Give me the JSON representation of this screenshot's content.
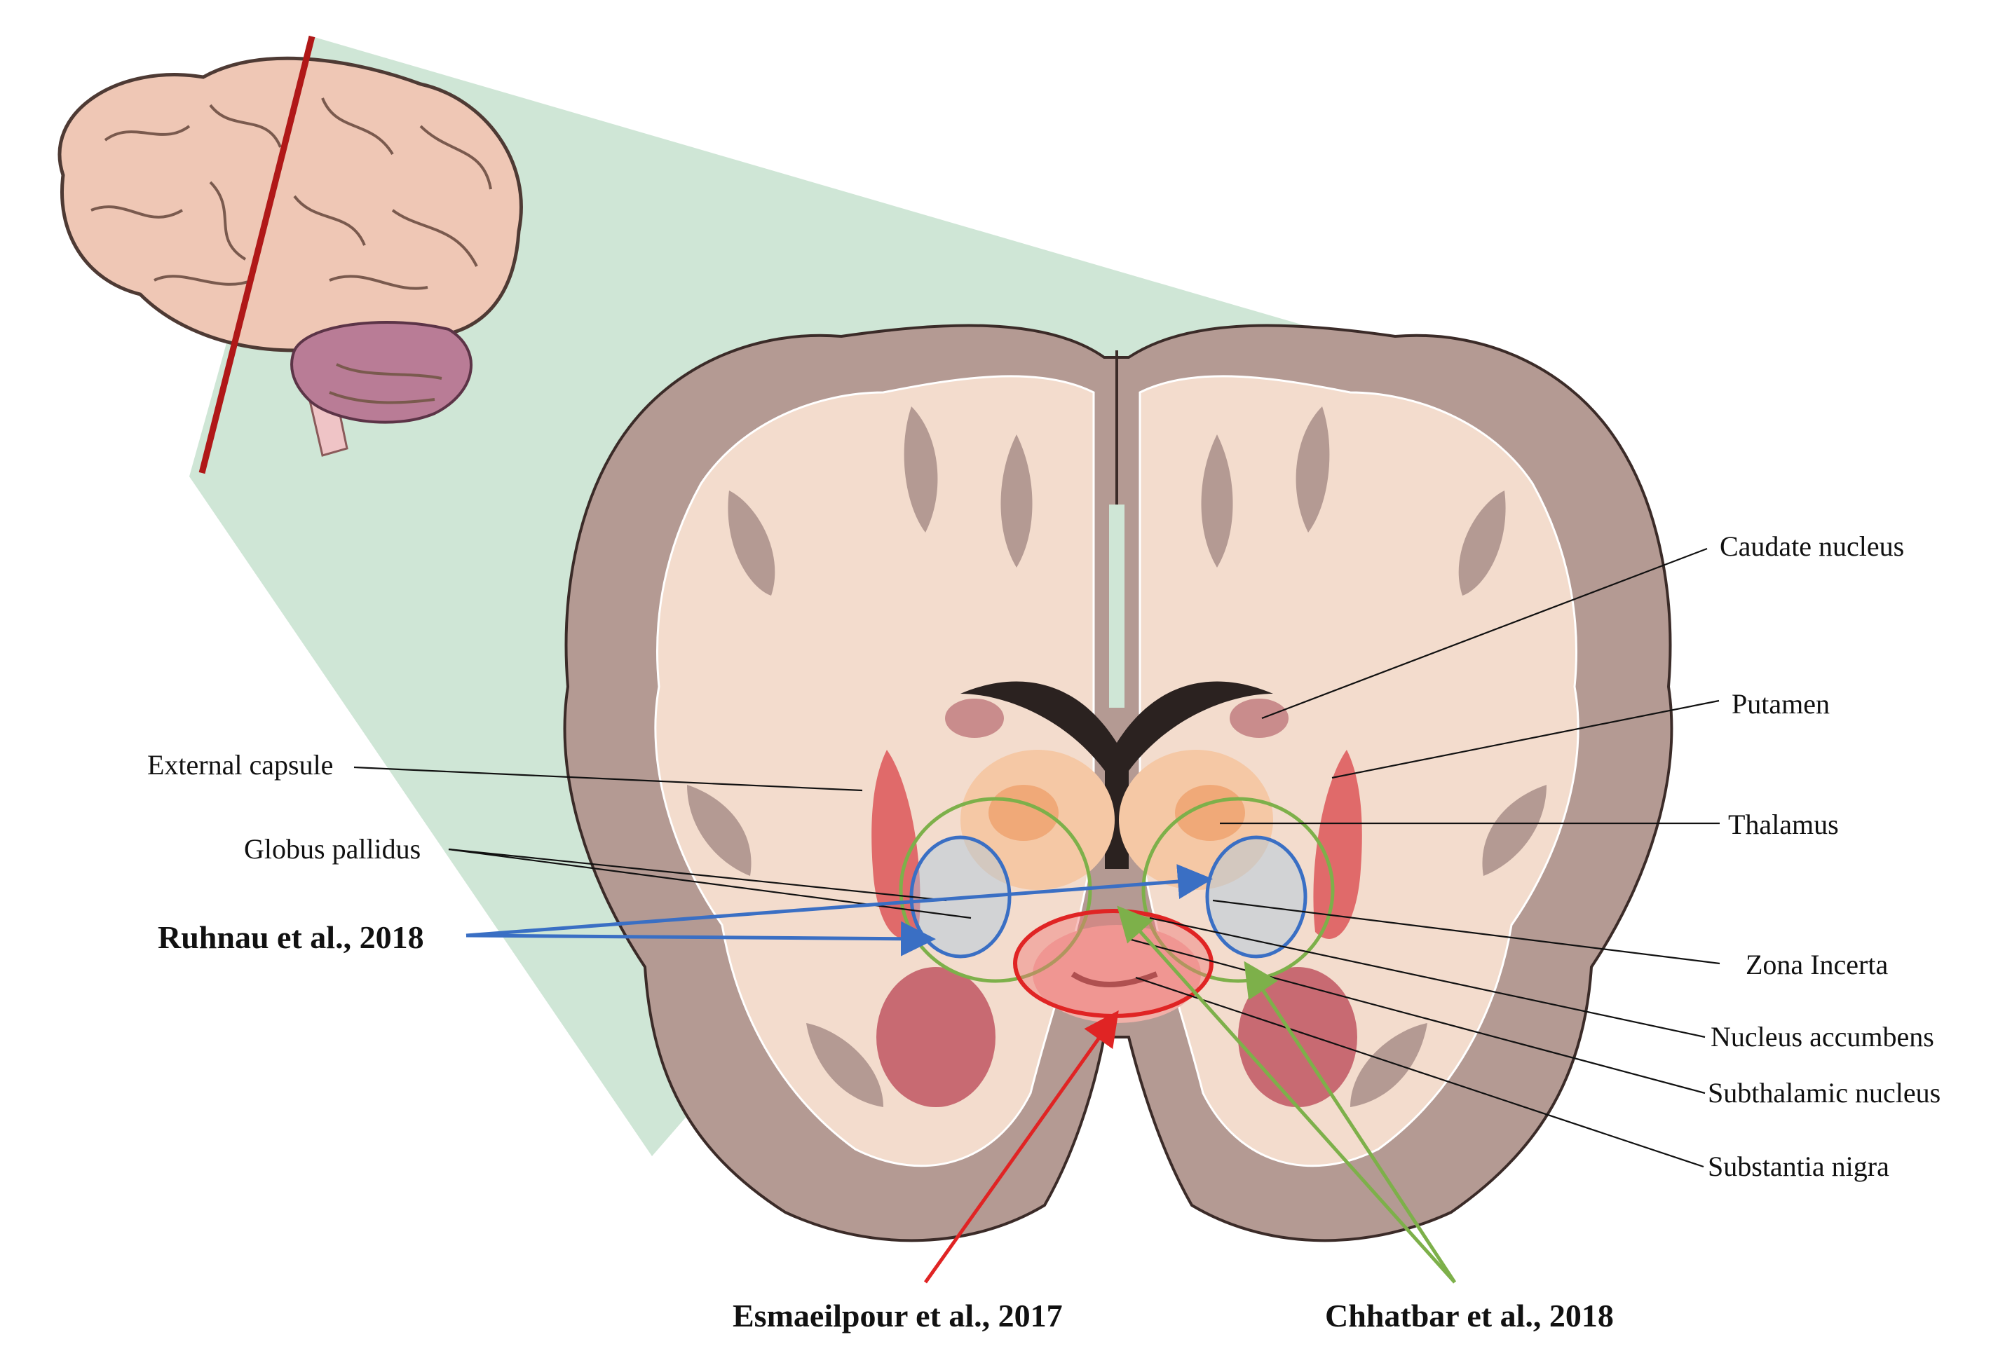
{
  "labels": {
    "caudate": "Caudate nucleus",
    "putamen": "Putamen",
    "thalamus": "Thalamus",
    "zona": "Zona Incerta",
    "accumbens": "Nucleus accumbens",
    "subthalamic": "Subthalamic nucleus",
    "nigra": "Substantia nigra",
    "external": "External capsule",
    "globus": "Globus pallidus"
  },
  "citations": {
    "ruhnau": "Ruhnau et al., 2018",
    "esmaeilpour": "Esmaeilpour et al., 2017",
    "chhatbar": "Chhatbar et al., 2018"
  },
  "colors": {
    "ruhnau": "#3a6fc4",
    "esmaeilpour": "#e02424",
    "chhatbar": "#7db04a",
    "cut_line": "#b01818",
    "projection": "#cfe6d6",
    "gray_matter": "#b49a93",
    "white_matter": "#f3dccd"
  }
}
